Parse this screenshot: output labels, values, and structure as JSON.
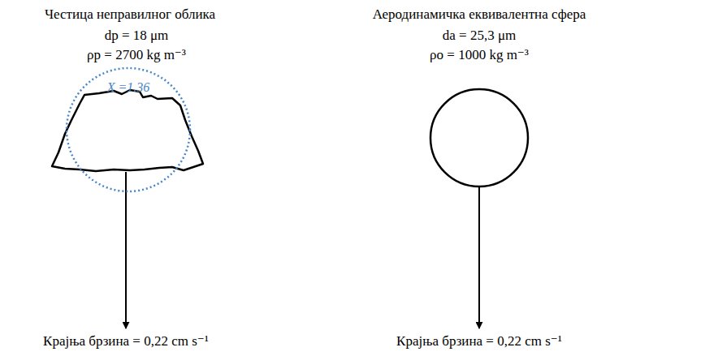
{
  "diagram": {
    "nodes": [
      {
        "text": [
          "X =1.36"
        ]
      }
    ],
    "labels": [
      "Честица неправилног облика",
      "Аеродинамичка еквивалентна сфера",
      "dp = 18 μm",
      "da = 25,3 μm",
      "ρp = 2700 kg m⁻³",
      "ρo = 1000 kg m⁻³",
      "Крајња брзина = 0,22 cm s⁻¹",
      "Крајња брзина = 0,22 cm s⁻¹"
    ]
  }
}
